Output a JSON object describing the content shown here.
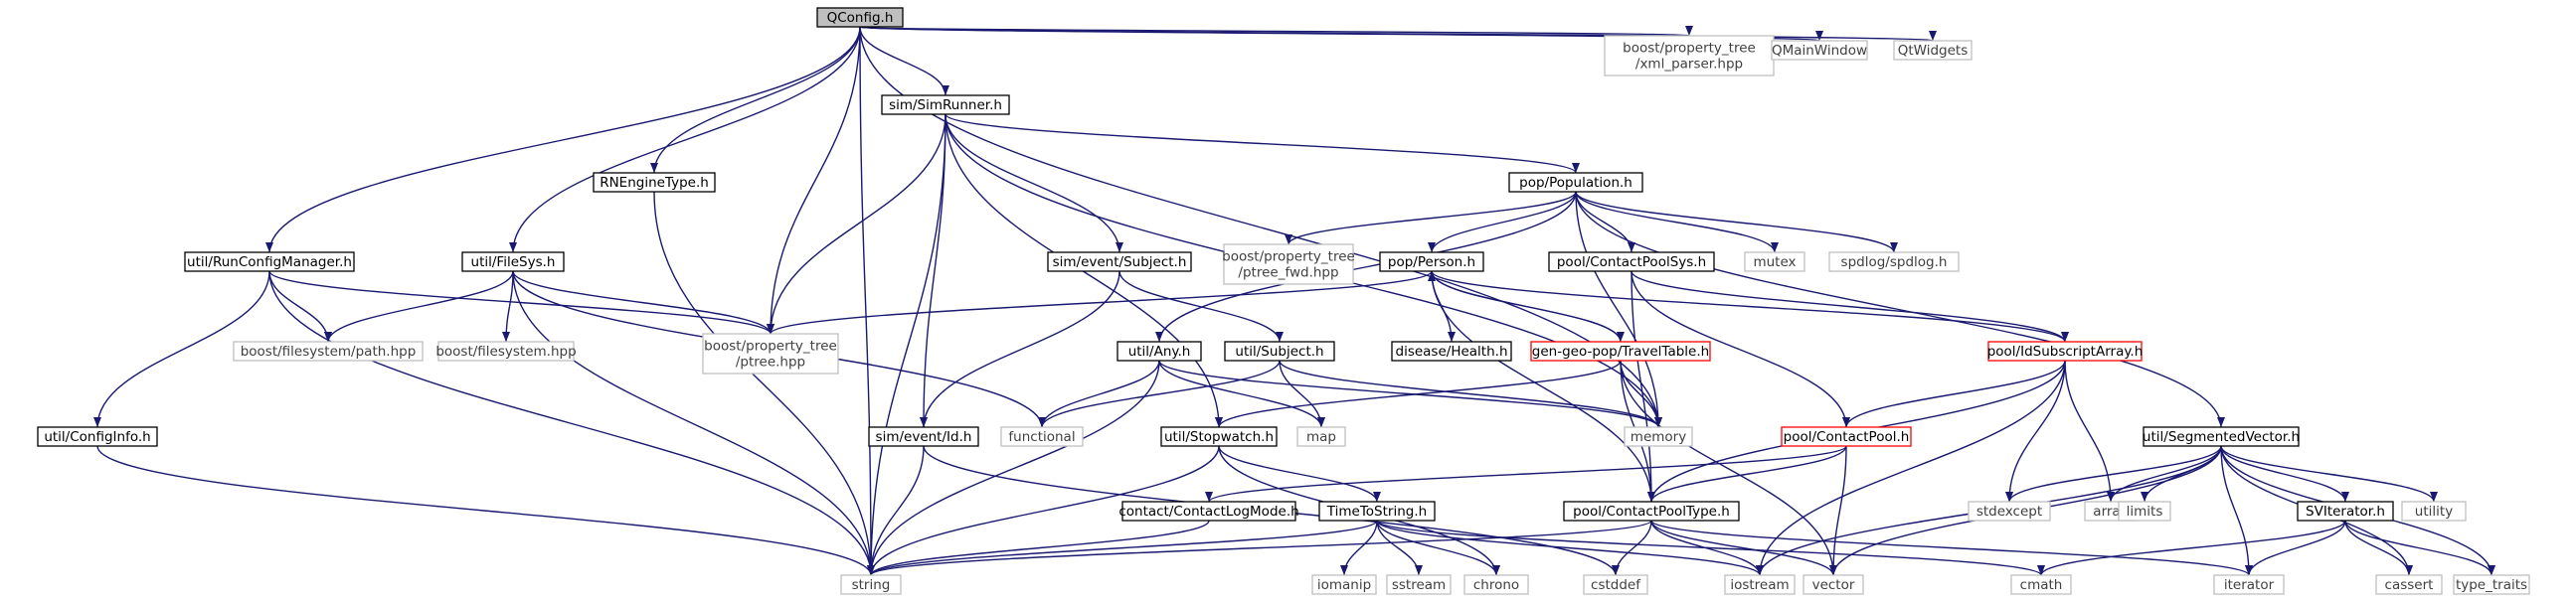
{
  "graph": {
    "title": "QConfig.h",
    "colors": {
      "edge": "#191970",
      "documented_border": "#000000",
      "undocumented_border": "#bfbfbf",
      "truncated_border": "#ff0000",
      "root_fill": "#bfbfbf",
      "node_fill": "#ffffff",
      "documented_text": "#000000",
      "undocumented_text": "#404040"
    },
    "nodes": [
      {
        "id": "qconfig",
        "lines": [
          "QConfig.h"
        ],
        "kind": "root"
      },
      {
        "id": "boost_xml",
        "lines": [
          "boost/property_tree",
          "/xml_parser.hpp"
        ],
        "kind": "external"
      },
      {
        "id": "qmainwindow",
        "lines": [
          "QMainWindow"
        ],
        "kind": "external"
      },
      {
        "id": "qtwidgets",
        "lines": [
          "QtWidgets"
        ],
        "kind": "external"
      },
      {
        "id": "simrunner",
        "lines": [
          "sim/SimRunner.h"
        ],
        "kind": "documented"
      },
      {
        "id": "rnenginetype",
        "lines": [
          "RNEngineType.h"
        ],
        "kind": "documented"
      },
      {
        "id": "population",
        "lines": [
          "pop/Population.h"
        ],
        "kind": "documented"
      },
      {
        "id": "runconfigmanager",
        "lines": [
          "util/RunConfigManager.h"
        ],
        "kind": "documented"
      },
      {
        "id": "filesys",
        "lines": [
          "util/FileSys.h"
        ],
        "kind": "documented"
      },
      {
        "id": "sim_event_subject",
        "lines": [
          "sim/event/Subject.h"
        ],
        "kind": "documented"
      },
      {
        "id": "boost_ptree_fwd",
        "lines": [
          "boost/property_tree",
          "/ptree_fwd.hpp"
        ],
        "kind": "external"
      },
      {
        "id": "person",
        "lines": [
          "pop/Person.h"
        ],
        "kind": "documented"
      },
      {
        "id": "contactpoolsys",
        "lines": [
          "pool/ContactPoolSys.h"
        ],
        "kind": "documented"
      },
      {
        "id": "mutex",
        "lines": [
          "mutex"
        ],
        "kind": "external"
      },
      {
        "id": "spdlog",
        "lines": [
          "spdlog/spdlog.h"
        ],
        "kind": "external"
      },
      {
        "id": "boost_fs_path",
        "lines": [
          "boost/filesystem/path.hpp"
        ],
        "kind": "external"
      },
      {
        "id": "boost_fs",
        "lines": [
          "boost/filesystem.hpp"
        ],
        "kind": "external"
      },
      {
        "id": "boost_ptree",
        "lines": [
          "boost/property_tree",
          "/ptree.hpp"
        ],
        "kind": "external"
      },
      {
        "id": "util_any",
        "lines": [
          "util/Any.h"
        ],
        "kind": "documented"
      },
      {
        "id": "util_subject",
        "lines": [
          "util/Subject.h"
        ],
        "kind": "documented"
      },
      {
        "id": "disease_health",
        "lines": [
          "disease/Health.h"
        ],
        "kind": "documented"
      },
      {
        "id": "traveltable",
        "lines": [
          "gen-geo-pop/TravelTable.h"
        ],
        "kind": "truncated"
      },
      {
        "id": "idsubscriptarray",
        "lines": [
          "pool/IdSubscriptArray.h"
        ],
        "kind": "truncated"
      },
      {
        "id": "configinfo",
        "lines": [
          "util/ConfigInfo.h"
        ],
        "kind": "documented"
      },
      {
        "id": "functional",
        "lines": [
          "functional"
        ],
        "kind": "external"
      },
      {
        "id": "sim_event_id",
        "lines": [
          "sim/event/Id.h"
        ],
        "kind": "documented"
      },
      {
        "id": "stopwatch",
        "lines": [
          "util/Stopwatch.h"
        ],
        "kind": "documented"
      },
      {
        "id": "map",
        "lines": [
          "map"
        ],
        "kind": "external"
      },
      {
        "id": "memory",
        "lines": [
          "memory"
        ],
        "kind": "external"
      },
      {
        "id": "contactpool",
        "lines": [
          "pool/ContactPool.h"
        ],
        "kind": "truncated"
      },
      {
        "id": "segmentedvector",
        "lines": [
          "util/SegmentedVector.h"
        ],
        "kind": "documented"
      },
      {
        "id": "contactlogmode",
        "lines": [
          "contact/ContactLogMode.h"
        ],
        "kind": "documented"
      },
      {
        "id": "timetostring",
        "lines": [
          "TimeToString.h"
        ],
        "kind": "documented"
      },
      {
        "id": "contactpooltype",
        "lines": [
          "pool/ContactPoolType.h"
        ],
        "kind": "documented"
      },
      {
        "id": "array",
        "lines": [
          "array"
        ],
        "kind": "external"
      },
      {
        "id": "stdexcept",
        "lines": [
          "stdexcept"
        ],
        "kind": "external"
      },
      {
        "id": "limits",
        "lines": [
          "limits"
        ],
        "kind": "external"
      },
      {
        "id": "sviterator",
        "lines": [
          "SVIterator.h"
        ],
        "kind": "documented"
      },
      {
        "id": "utility",
        "lines": [
          "utility"
        ],
        "kind": "external"
      },
      {
        "id": "string",
        "lines": [
          "string"
        ],
        "kind": "external"
      },
      {
        "id": "iomanip",
        "lines": [
          "iomanip"
        ],
        "kind": "external"
      },
      {
        "id": "sstream",
        "lines": [
          "sstream"
        ],
        "kind": "external"
      },
      {
        "id": "chrono",
        "lines": [
          "chrono"
        ],
        "kind": "external"
      },
      {
        "id": "cstddef",
        "lines": [
          "cstddef"
        ],
        "kind": "external"
      },
      {
        "id": "iostream",
        "lines": [
          "iostream"
        ],
        "kind": "external"
      },
      {
        "id": "vector",
        "lines": [
          "vector"
        ],
        "kind": "external"
      },
      {
        "id": "cmath",
        "lines": [
          "cmath"
        ],
        "kind": "external"
      },
      {
        "id": "iterator",
        "lines": [
          "iterator"
        ],
        "kind": "external"
      },
      {
        "id": "cassert",
        "lines": [
          "cassert"
        ],
        "kind": "external"
      },
      {
        "id": "type_traits",
        "lines": [
          "type_traits"
        ],
        "kind": "external"
      }
    ],
    "edges": [
      [
        "qconfig",
        "boost_xml"
      ],
      [
        "qconfig",
        "qmainwindow"
      ],
      [
        "qconfig",
        "qtwidgets"
      ],
      [
        "qconfig",
        "simrunner"
      ],
      [
        "qconfig",
        "rnenginetype"
      ],
      [
        "qconfig",
        "runconfigmanager"
      ],
      [
        "qconfig",
        "filesys"
      ],
      [
        "qconfig",
        "boost_ptree"
      ],
      [
        "qconfig",
        "memory"
      ],
      [
        "qconfig",
        "string"
      ],
      [
        "simrunner",
        "population"
      ],
      [
        "simrunner",
        "sim_event_subject"
      ],
      [
        "simrunner",
        "boost_ptree"
      ],
      [
        "simrunner",
        "sim_event_id"
      ],
      [
        "simrunner",
        "stopwatch"
      ],
      [
        "simrunner",
        "memory"
      ],
      [
        "simrunner",
        "string"
      ],
      [
        "rnenginetype",
        "string"
      ],
      [
        "population",
        "boost_ptree_fwd"
      ],
      [
        "population",
        "person"
      ],
      [
        "population",
        "contactpoolsys"
      ],
      [
        "population",
        "mutex"
      ],
      [
        "population",
        "spdlog"
      ],
      [
        "population",
        "util_any"
      ],
      [
        "population",
        "segmentedvector"
      ],
      [
        "population",
        "memory"
      ],
      [
        "runconfigmanager",
        "boost_fs_path"
      ],
      [
        "runconfigmanager",
        "boost_ptree"
      ],
      [
        "runconfigmanager",
        "configinfo"
      ],
      [
        "runconfigmanager",
        "string"
      ],
      [
        "filesys",
        "boost_fs_path"
      ],
      [
        "filesys",
        "boost_fs"
      ],
      [
        "filesys",
        "boost_ptree"
      ],
      [
        "filesys",
        "functional"
      ],
      [
        "filesys",
        "string"
      ],
      [
        "sim_event_subject",
        "util_subject"
      ],
      [
        "sim_event_subject",
        "sim_event_id"
      ],
      [
        "person",
        "boost_ptree"
      ],
      [
        "person",
        "disease_health"
      ],
      [
        "person",
        "traveltable"
      ],
      [
        "person",
        "idsubscriptarray"
      ],
      [
        "person",
        "contactpooltype"
      ],
      [
        "contactpoolsys",
        "idsubscriptarray"
      ],
      [
        "contactpoolsys",
        "contactpool"
      ],
      [
        "contactpoolsys",
        "contactpooltype"
      ],
      [
        "traveltable",
        "person"
      ],
      [
        "traveltable",
        "stopwatch"
      ],
      [
        "traveltable",
        "memory"
      ],
      [
        "traveltable",
        "contactpooltype"
      ],
      [
        "traveltable",
        "vector"
      ],
      [
        "idsubscriptarray",
        "contactpool"
      ],
      [
        "idsubscriptarray",
        "contactpooltype"
      ],
      [
        "idsubscriptarray",
        "array"
      ],
      [
        "idsubscriptarray",
        "stdexcept"
      ],
      [
        "idsubscriptarray",
        "iostream"
      ],
      [
        "util_any",
        "functional"
      ],
      [
        "util_any",
        "map"
      ],
      [
        "util_any",
        "memory"
      ],
      [
        "util_any",
        "string"
      ],
      [
        "util_subject",
        "functional"
      ],
      [
        "util_subject",
        "map"
      ],
      [
        "util_subject",
        "memory"
      ],
      [
        "configinfo",
        "string"
      ],
      [
        "sim_event_id",
        "string"
      ],
      [
        "sim_event_id",
        "cstddef"
      ],
      [
        "stopwatch",
        "timetostring"
      ],
      [
        "stopwatch",
        "chrono"
      ],
      [
        "stopwatch",
        "string"
      ],
      [
        "contactpool",
        "contactlogmode"
      ],
      [
        "contactpool",
        "contactpooltype"
      ],
      [
        "contactpool",
        "vector"
      ],
      [
        "segmentedvector",
        "array"
      ],
      [
        "segmentedvector",
        "stdexcept"
      ],
      [
        "segmentedvector",
        "limits"
      ],
      [
        "segmentedvector",
        "sviterator"
      ],
      [
        "segmentedvector",
        "utility"
      ],
      [
        "segmentedvector",
        "iterator"
      ],
      [
        "segmentedvector",
        "cassert"
      ],
      [
        "segmentedvector",
        "type_traits"
      ],
      [
        "segmentedvector",
        "iostream"
      ],
      [
        "segmentedvector",
        "vector"
      ],
      [
        "contactlogmode",
        "string"
      ],
      [
        "timetostring",
        "string"
      ],
      [
        "timetostring",
        "iomanip"
      ],
      [
        "timetostring",
        "sstream"
      ],
      [
        "timetostring",
        "chrono"
      ],
      [
        "timetostring",
        "iostream"
      ],
      [
        "timetostring",
        "cmath"
      ],
      [
        "contactpooltype",
        "string"
      ],
      [
        "contactpooltype",
        "cstddef"
      ],
      [
        "contactpooltype",
        "iostream"
      ],
      [
        "contactpooltype",
        "vector"
      ],
      [
        "contactpooltype",
        "iterator"
      ],
      [
        "sviterator",
        "iterator"
      ],
      [
        "sviterator",
        "cassert"
      ],
      [
        "sviterator",
        "type_traits"
      ],
      [
        "sviterator",
        "cmath"
      ]
    ]
  }
}
